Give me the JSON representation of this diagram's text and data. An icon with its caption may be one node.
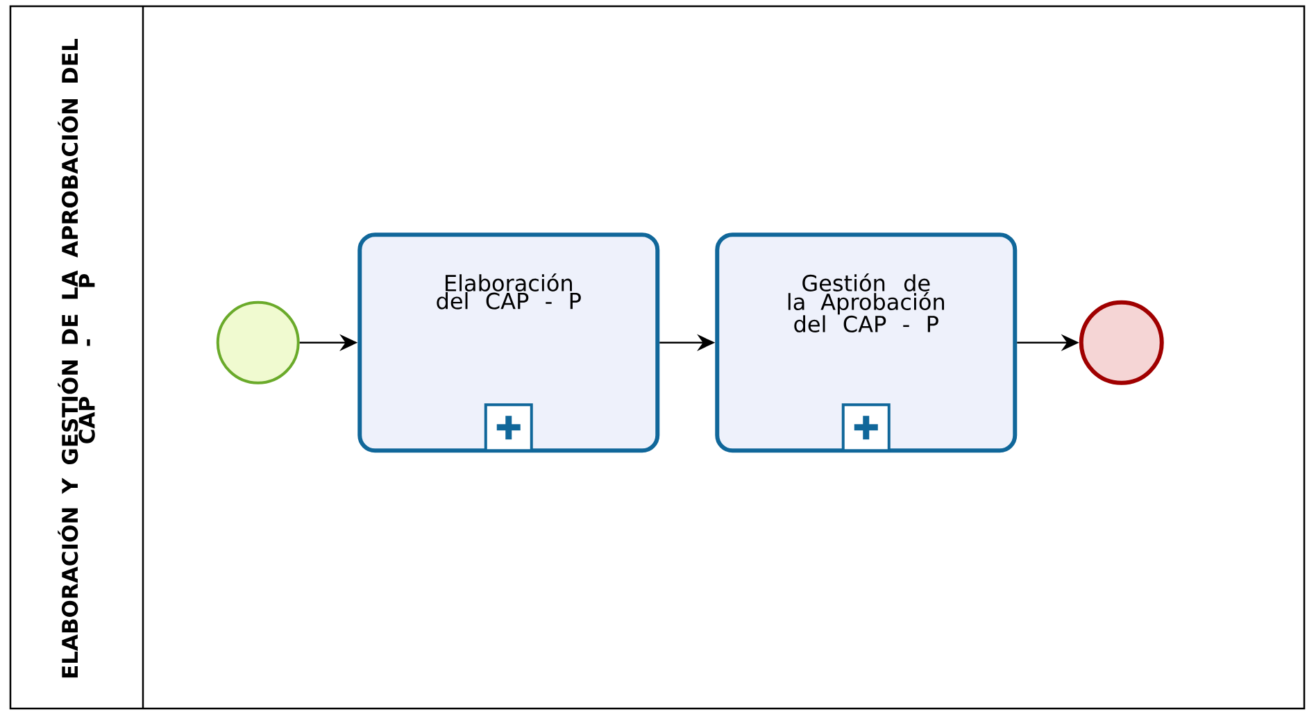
{
  "diagram": {
    "nodes": [
      {
        "text": [
          "ELABORACIÓN Y GESTIÓN DE LA APROBACIÓN DEL CAP - P"
        ]
      },
      {
        "text": [],
        "shape": "circle",
        "in": 0
      },
      {
        "text": [
          "Elaboración del CAP - P"
        ],
        "in": 0
      },
      {
        "text": [
          "Gestión de la Aprobación del CAP - P"
        ],
        "in": 0
      },
      {
        "text": [],
        "shape": "circle",
        "in": 0
      }
    ],
    "edges": [
      {
        "from": 1,
        "to": 2,
        "arrow": "to"
      },
      {
        "from": 2,
        "to": 3,
        "arrow": "to"
      },
      {
        "from": 3,
        "to": 4,
        "arrow": "to"
      }
    ]
  }
}
